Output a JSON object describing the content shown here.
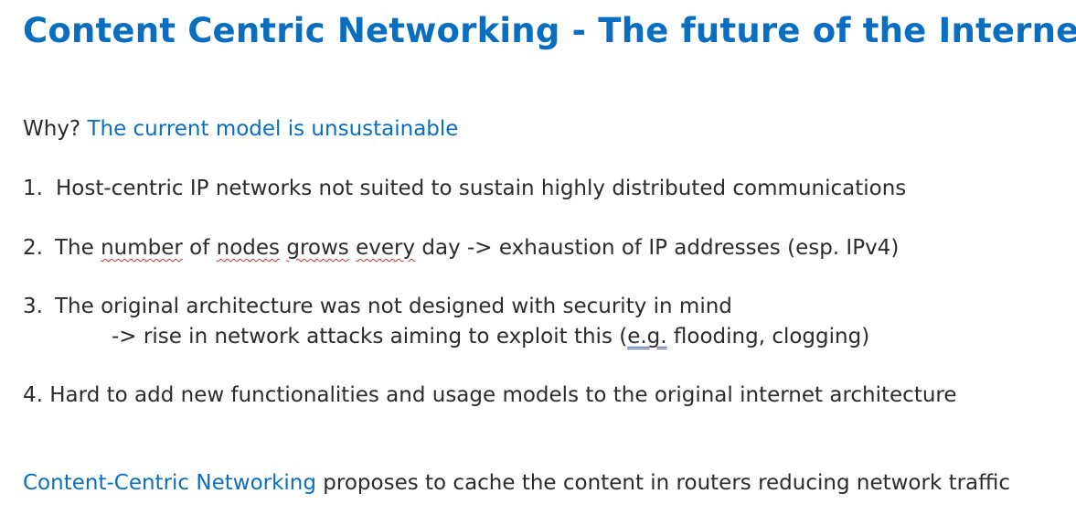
{
  "title": "Content Centric Networking - The future of the Internet",
  "why": {
    "label": "Why?",
    "text": "The current model is unsustainable"
  },
  "points": [
    {
      "number": "1.",
      "text": "Host-centric IP networks not suited to sustain highly distributed communications"
    },
    {
      "number": "2.",
      "pre": "The ",
      "w1": "number",
      "mid1": " of ",
      "w2": "nodes",
      "mid2": " ",
      "w3": "grows",
      "mid3": " ",
      "w4": "every",
      "post": " day -> exhaustion of IP addresses (esp. IPv4)"
    },
    {
      "number": "3.",
      "text": "The original architecture was not designed with security in mind",
      "sub_pre": "-> rise in network attacks aiming to exploit this (",
      "sub_eg": "e.g.",
      "sub_post": " flooding, clogging)"
    },
    {
      "number": "4.",
      "text": "Hard to add new functionalities and usage models to the original internet architecture"
    }
  ],
  "conclusion": {
    "highlight": "Content-Centric Networking",
    "text": " proposes to cache the content in routers reducing network traffic"
  },
  "colors": {
    "accent": "#0a6ec0",
    "body": "#2b2b2b",
    "spellcheck": "#c0392b",
    "grammarcheck": "#4060d0"
  }
}
